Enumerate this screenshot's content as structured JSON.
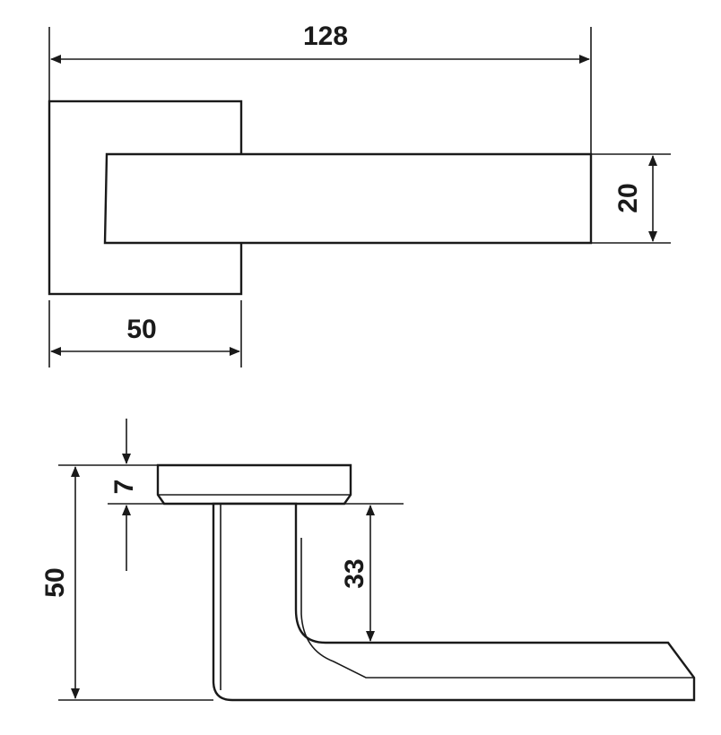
{
  "dimensions": {
    "overall_length": "128",
    "rose_width": "50",
    "lever_height": "20",
    "rose_thickness": "7",
    "total_projection": "50",
    "grip_clearance": "33"
  },
  "colors": {
    "line": "#1a1a1a",
    "background": "#ffffff"
  }
}
